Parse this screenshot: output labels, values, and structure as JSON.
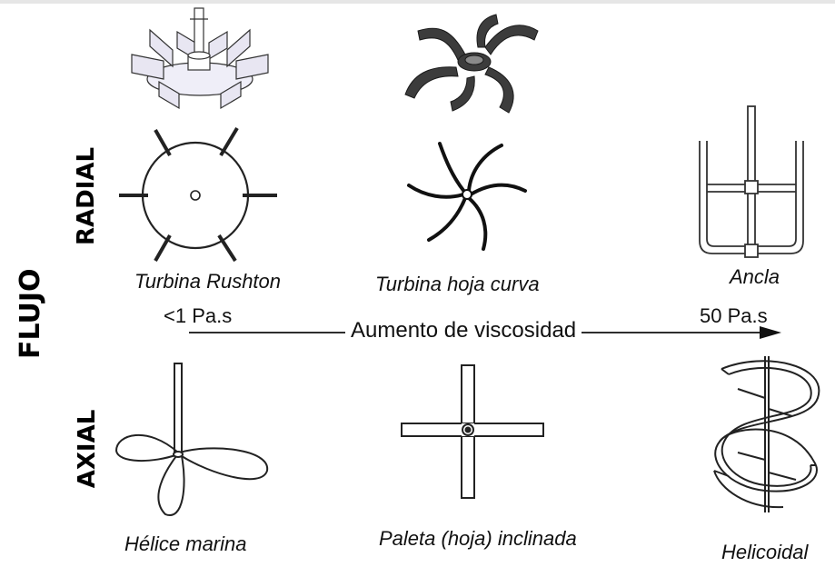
{
  "axis_left": "FLUJO",
  "rows": {
    "radial": "RADIAL",
    "axial": "AXIAL"
  },
  "impellers": {
    "rushton": "Turbina Rushton",
    "curved": "Turbina hoja curva",
    "anchor": "Ancla",
    "marine": "Hélice marina",
    "pitched": "Paleta (hoja) inclinada",
    "helical": "Helicoidal"
  },
  "viscosity": {
    "low": "<1 Pa.s",
    "high": "50 Pa.s",
    "caption": "Aumento de viscosidad"
  }
}
